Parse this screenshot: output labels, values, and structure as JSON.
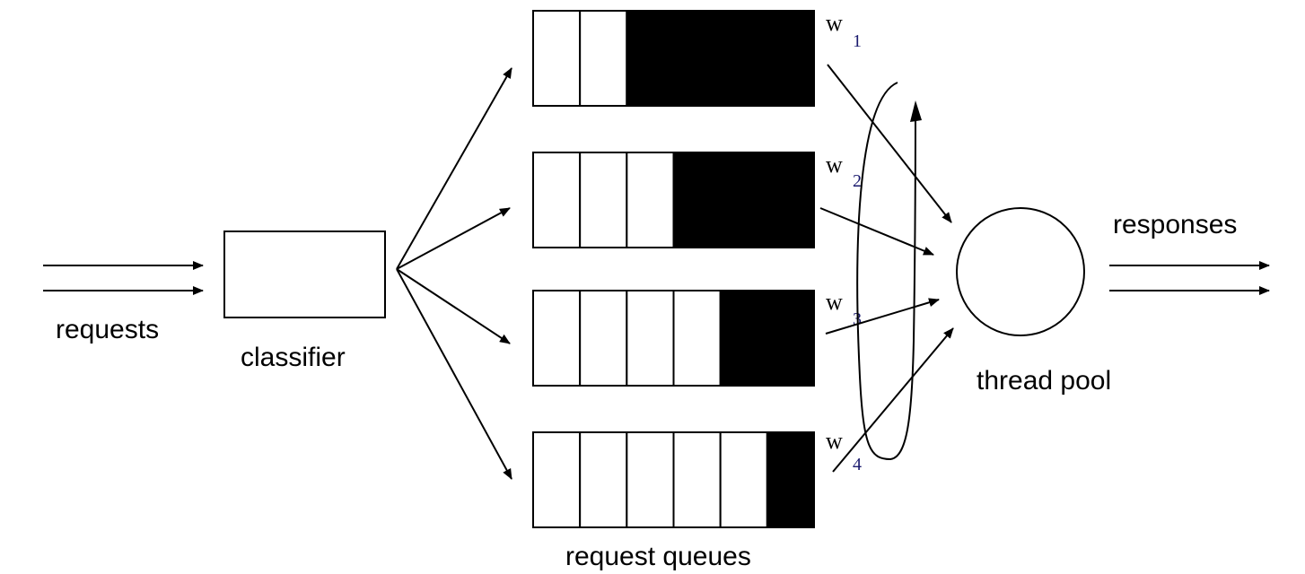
{
  "labels": {
    "requests": "requests",
    "classifier": "classifier",
    "request_queues": "request queues",
    "thread_pool": "thread pool",
    "responses": "responses"
  },
  "queues": [
    {
      "weight_symbol": "w",
      "weight_index": "1",
      "slots": 6,
      "filled": 4
    },
    {
      "weight_symbol": "w",
      "weight_index": "2",
      "slots": 6,
      "filled": 3
    },
    {
      "weight_symbol": "w",
      "weight_index": "3",
      "slots": 6,
      "filled": 2
    },
    {
      "weight_symbol": "w",
      "weight_index": "4",
      "slots": 6,
      "filled": 1
    }
  ],
  "colors": {
    "stroke": "#000000",
    "fill_occupied": "#000000",
    "fill_empty": "#ffffff",
    "subscript": "#1a1a6e"
  }
}
